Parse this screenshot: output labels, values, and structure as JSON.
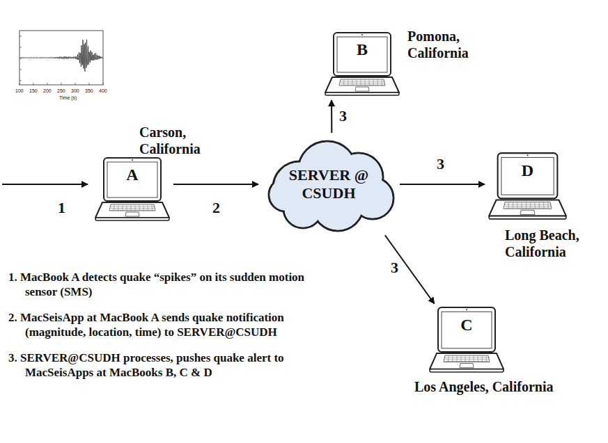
{
  "diagram": {
    "nodes": [
      {
        "text": [
          "A",
          "Carson, California"
        ]
      },
      {
        "text": [
          "SERVER @ CSUDH"
        ]
      },
      {
        "text": [
          "B",
          "Pomona, California"
        ]
      },
      {
        "text": [
          "D",
          "Long Beach, California"
        ]
      },
      {
        "text": [
          "C",
          "Los Angeles, California"
        ]
      }
    ],
    "edges": [
      {
        "from": 0,
        "to": 1,
        "arrow": "to",
        "label": "2"
      },
      {
        "from": 1,
        "to": 2,
        "arrow": "to",
        "label": "3"
      },
      {
        "from": 1,
        "to": 3,
        "arrow": "to",
        "label": "3"
      },
      {
        "from": 1,
        "to": 4,
        "arrow": "to",
        "label": "3"
      }
    ],
    "labels": [
      "Time (s)",
      "100",
      "150",
      "200",
      "250",
      "300",
      "350",
      "400",
      "1",
      "1. MacBook A detects quake “spikes” on its sudden motion sensor (SMS)",
      "2. MacSeisApp at MacBook A sends quake notification (magnitude, location, time) to SERVER@CSUDH",
      "3. SERVER@CSUDH processes, pushes quake alert to MacSeisApps at MacBooks B, C & D"
    ]
  }
}
